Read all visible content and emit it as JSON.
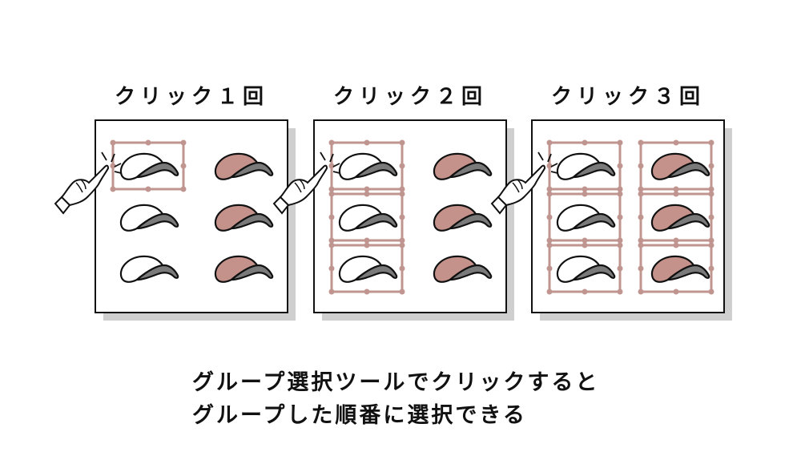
{
  "panels": [
    {
      "title": "クリック１回",
      "selected": [
        [
          0,
          0
        ]
      ]
    },
    {
      "title": "クリック２回",
      "selected": [
        [
          0,
          0
        ],
        [
          0,
          1
        ],
        [
          0,
          2
        ]
      ]
    },
    {
      "title": "クリック３回",
      "selected": [
        [
          0,
          0
        ],
        [
          0,
          1
        ],
        [
          0,
          2
        ],
        [
          1,
          0
        ],
        [
          1,
          1
        ],
        [
          1,
          2
        ]
      ]
    }
  ],
  "caption": {
    "line1": "グループ選択ツールでクリックすると",
    "line2": "グループした順番に選択できる"
  },
  "colors": {
    "selection": "#c09590",
    "pink_cap": "#c4928a",
    "brim": "#7a7a7a",
    "shadow": "#cfcfcf"
  }
}
